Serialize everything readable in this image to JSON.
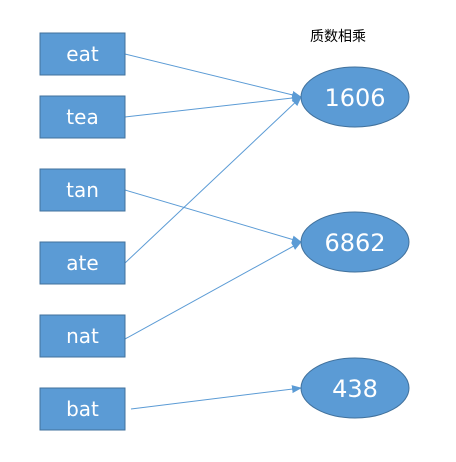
{
  "title": "质数相乘",
  "colors": {
    "box_fill": "#5b9bd5",
    "box_stroke": "#41719c",
    "arrow": "#5b9bd5",
    "text": "#ffffff"
  },
  "words": [
    "eat",
    "tea",
    "tan",
    "ate",
    "nat",
    "bat"
  ],
  "products": [
    "1606",
    "6862",
    "438"
  ],
  "edges": [
    {
      "from": "eat",
      "to": "1606"
    },
    {
      "from": "tea",
      "to": "1606"
    },
    {
      "from": "ate",
      "to": "1606"
    },
    {
      "from": "tan",
      "to": "6862"
    },
    {
      "from": "nat",
      "to": "6862"
    },
    {
      "from": "bat",
      "to": "438"
    }
  ]
}
